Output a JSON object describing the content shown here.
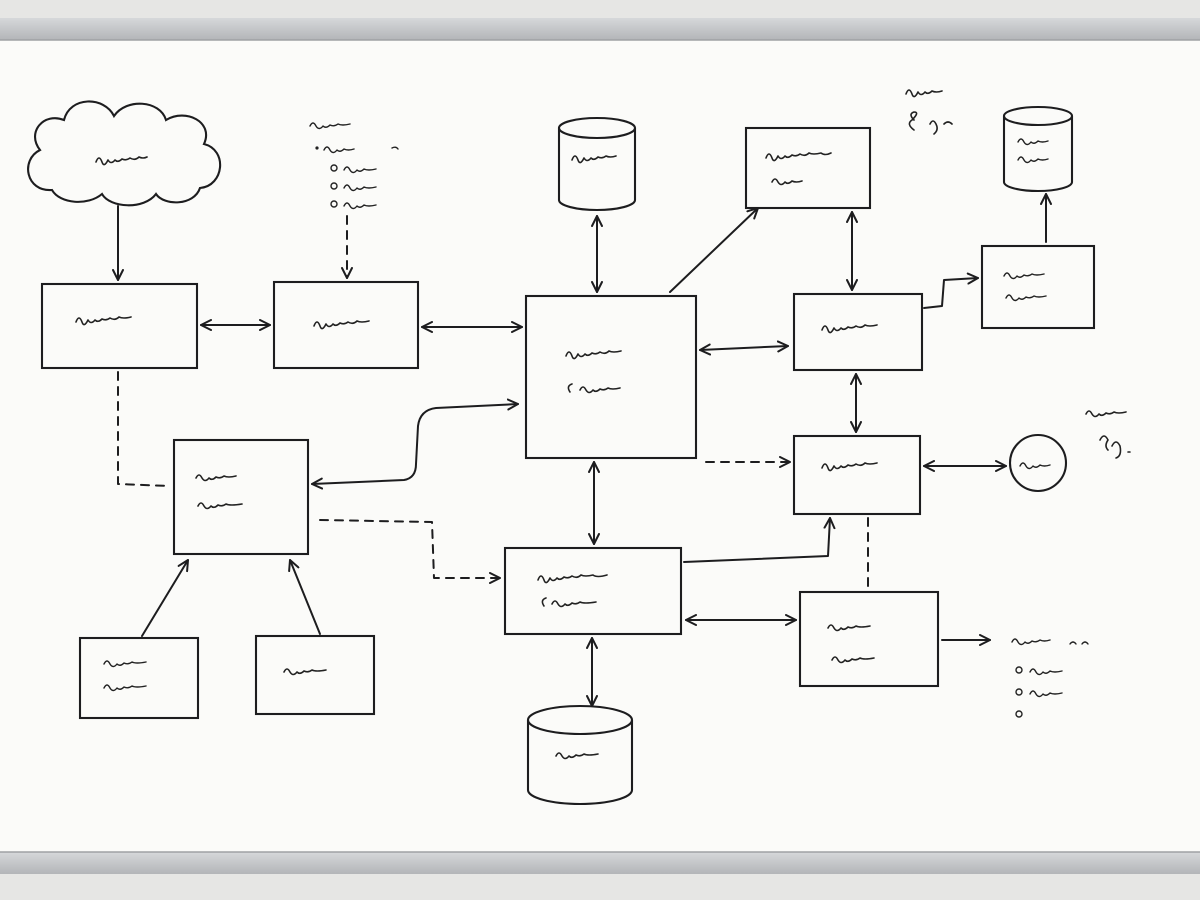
{
  "colors": {
    "board": "#fbfbf9",
    "frame": "#c7c9cb",
    "frame_edge": "#a9abae",
    "ink": "#1d1d1f"
  },
  "diagram": {
    "medium": "whiteboard-sketch",
    "nodes": [
      {
        "id": "cloud",
        "shape": "cloud",
        "label_lines": 1
      },
      {
        "id": "box-left-top",
        "shape": "rect",
        "label_lines": 1
      },
      {
        "id": "box-input",
        "shape": "rect",
        "label_lines": 1
      },
      {
        "id": "db-top",
        "shape": "cylinder",
        "label_lines": 1
      },
      {
        "id": "hub",
        "shape": "rect",
        "label_lines": 2
      },
      {
        "id": "box-top-right",
        "shape": "rect",
        "label_lines": 2
      },
      {
        "id": "db-right",
        "shape": "cylinder",
        "label_lines": 2
      },
      {
        "id": "box-right-mid",
        "shape": "rect",
        "label_lines": 1
      },
      {
        "id": "box-far-right",
        "shape": "rect",
        "label_lines": 2
      },
      {
        "id": "box-left-mid",
        "shape": "rect",
        "label_lines": 2
      },
      {
        "id": "box-right-center",
        "shape": "rect",
        "label_lines": 1
      },
      {
        "id": "node-circle",
        "shape": "circle",
        "label_lines": 1
      },
      {
        "id": "box-center-bottom",
        "shape": "rect",
        "label_lines": 2
      },
      {
        "id": "box-right-bottom",
        "shape": "rect",
        "label_lines": 2
      },
      {
        "id": "box-bottom-left-1",
        "shape": "rect",
        "label_lines": 2
      },
      {
        "id": "box-bottom-left-2",
        "shape": "rect",
        "label_lines": 1
      },
      {
        "id": "db-bottom",
        "shape": "cylinder",
        "label_lines": 1
      }
    ],
    "free_notes": [
      {
        "id": "note-list-top",
        "bullets": 4
      },
      {
        "id": "note-top-right",
        "lines": 2
      },
      {
        "id": "note-right",
        "lines": 2
      },
      {
        "id": "note-list-bottom-right",
        "bullets": 3
      }
    ],
    "edges": [
      {
        "from": "cloud",
        "to": "box-left-top",
        "style": "solid",
        "direction": "forward"
      },
      {
        "from": "note-list-top",
        "to": "box-input",
        "style": "dashed",
        "direction": "forward"
      },
      {
        "from": "box-left-top",
        "to": "box-input",
        "style": "solid",
        "direction": "both"
      },
      {
        "from": "box-input",
        "to": "hub",
        "style": "solid",
        "direction": "both"
      },
      {
        "from": "db-top",
        "to": "hub",
        "style": "solid",
        "direction": "both"
      },
      {
        "from": "hub",
        "to": "box-top-right",
        "style": "solid",
        "direction": "forward"
      },
      {
        "from": "hub",
        "to": "box-right-mid",
        "style": "solid",
        "direction": "both"
      },
      {
        "from": "box-top-right",
        "to": "box-right-mid",
        "style": "solid",
        "direction": "both"
      },
      {
        "from": "box-right-mid",
        "to": "box-far-right",
        "style": "solid",
        "direction": "forward"
      },
      {
        "from": "box-far-right",
        "to": "db-right",
        "style": "solid",
        "direction": "forward"
      },
      {
        "from": "box-right-mid",
        "to": "box-right-center",
        "style": "solid",
        "direction": "both"
      },
      {
        "from": "hub",
        "to": "box-right-center",
        "style": "dashed",
        "direction": "forward"
      },
      {
        "from": "box-right-center",
        "to": "node-circle",
        "style": "solid",
        "direction": "both"
      },
      {
        "from": "box-left-mid",
        "to": "hub",
        "style": "solid",
        "direction": "both"
      },
      {
        "from": "box-left-top",
        "to": "box-left-mid",
        "style": "dashed",
        "direction": "none"
      },
      {
        "from": "box-left-mid",
        "to": "box-center-bottom",
        "style": "dashed",
        "direction": "forward"
      },
      {
        "from": "hub",
        "to": "box-center-bottom",
        "style": "solid",
        "direction": "both"
      },
      {
        "from": "box-center-bottom",
        "to": "box-right-center",
        "style": "solid",
        "direction": "forward"
      },
      {
        "from": "box-center-bottom",
        "to": "box-right-bottom",
        "style": "solid",
        "direction": "both"
      },
      {
        "from": "box-right-center",
        "to": "box-right-bottom",
        "style": "dashed",
        "direction": "none"
      },
      {
        "from": "box-right-bottom",
        "to": "note-list-bottom-right",
        "style": "solid",
        "direction": "forward"
      },
      {
        "from": "box-center-bottom",
        "to": "db-bottom",
        "style": "solid",
        "direction": "both"
      },
      {
        "from": "box-bottom-left-1",
        "to": "box-left-mid",
        "style": "solid",
        "direction": "forward"
      },
      {
        "from": "box-bottom-left-2",
        "to": "box-left-mid",
        "style": "solid",
        "direction": "forward"
      }
    ]
  }
}
